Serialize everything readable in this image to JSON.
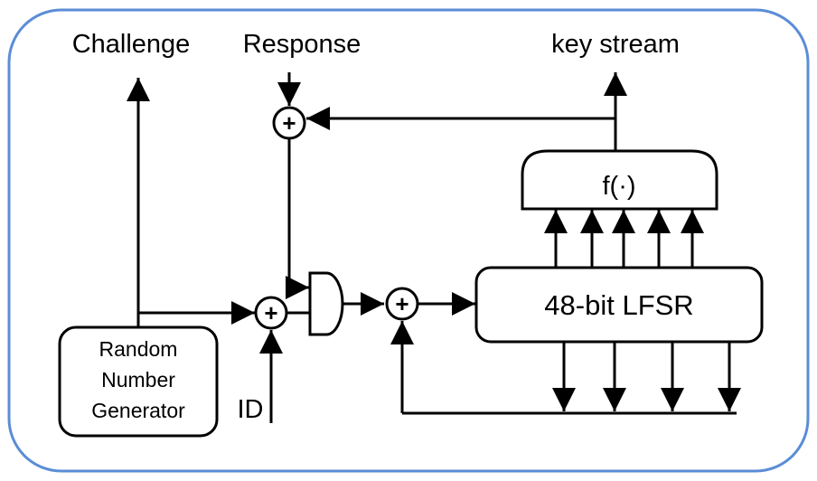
{
  "labels": {
    "challenge": "Challenge",
    "response": "Response",
    "key_stream": "key stream",
    "id": "ID"
  },
  "blocks": {
    "rng": [
      "Random",
      "Number",
      "Generator"
    ],
    "f": "f(·)",
    "lfsr": "48-bit LFSR"
  },
  "symbols": {
    "xor": "+"
  },
  "colors": {
    "frame": "#5b8dd6",
    "line": "#000000"
  }
}
